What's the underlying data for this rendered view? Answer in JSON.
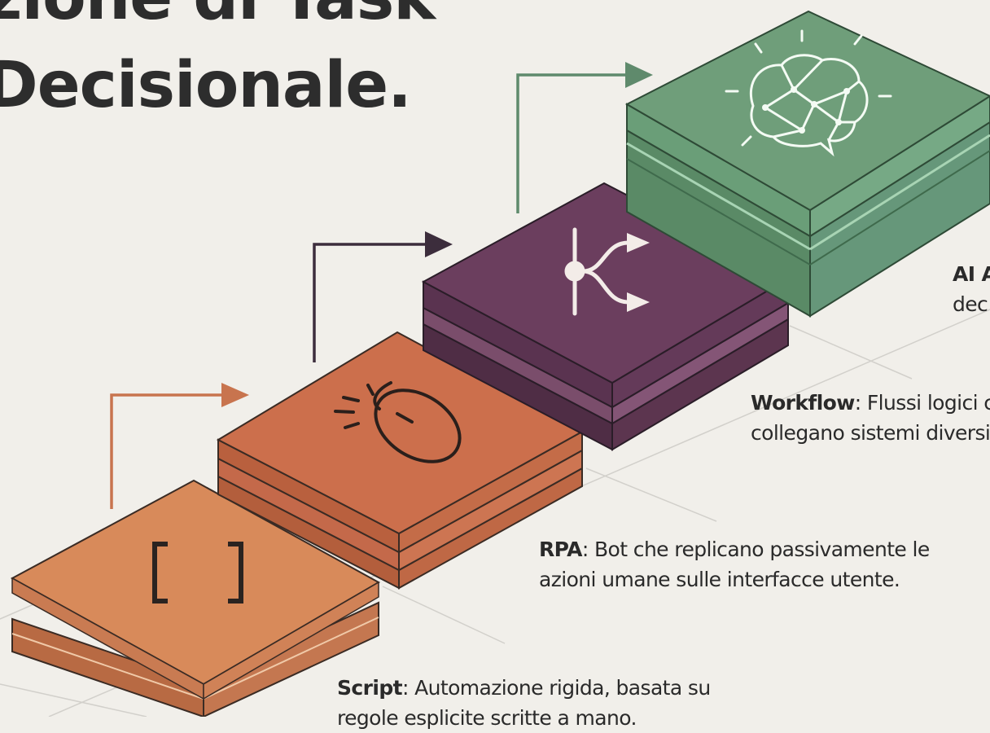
{
  "title": {
    "line1": "zione di Task",
    "line2": "Decisionale."
  },
  "steps": {
    "script": {
      "term": "Script",
      "line1": ": Automazione rigida, basata su",
      "line2": "regole esplicite scritte a mano."
    },
    "rpa": {
      "term": "RPA",
      "line1": ": Bot che replicano passivamente le",
      "line2": "azioni umane sulle interfacce utente."
    },
    "workflow": {
      "term": "Workflow",
      "line1": ": Flussi logici che",
      "line2": "collegano sistemi diversi."
    },
    "ai_agent": {
      "term": "AI A",
      "line1": "",
      "line2": "dec"
    }
  },
  "colors": {
    "background": "#f1efea",
    "script_step": "#d88a5a",
    "rpa_step": "#cc6f4c",
    "workflow_step": "#6b3e5e",
    "ai_step": "#6f9e7a",
    "text": "#2a2a2a"
  },
  "icons": [
    "brackets-icon",
    "mouse-click-icon",
    "branch-icon",
    "brain-network-icon"
  ]
}
